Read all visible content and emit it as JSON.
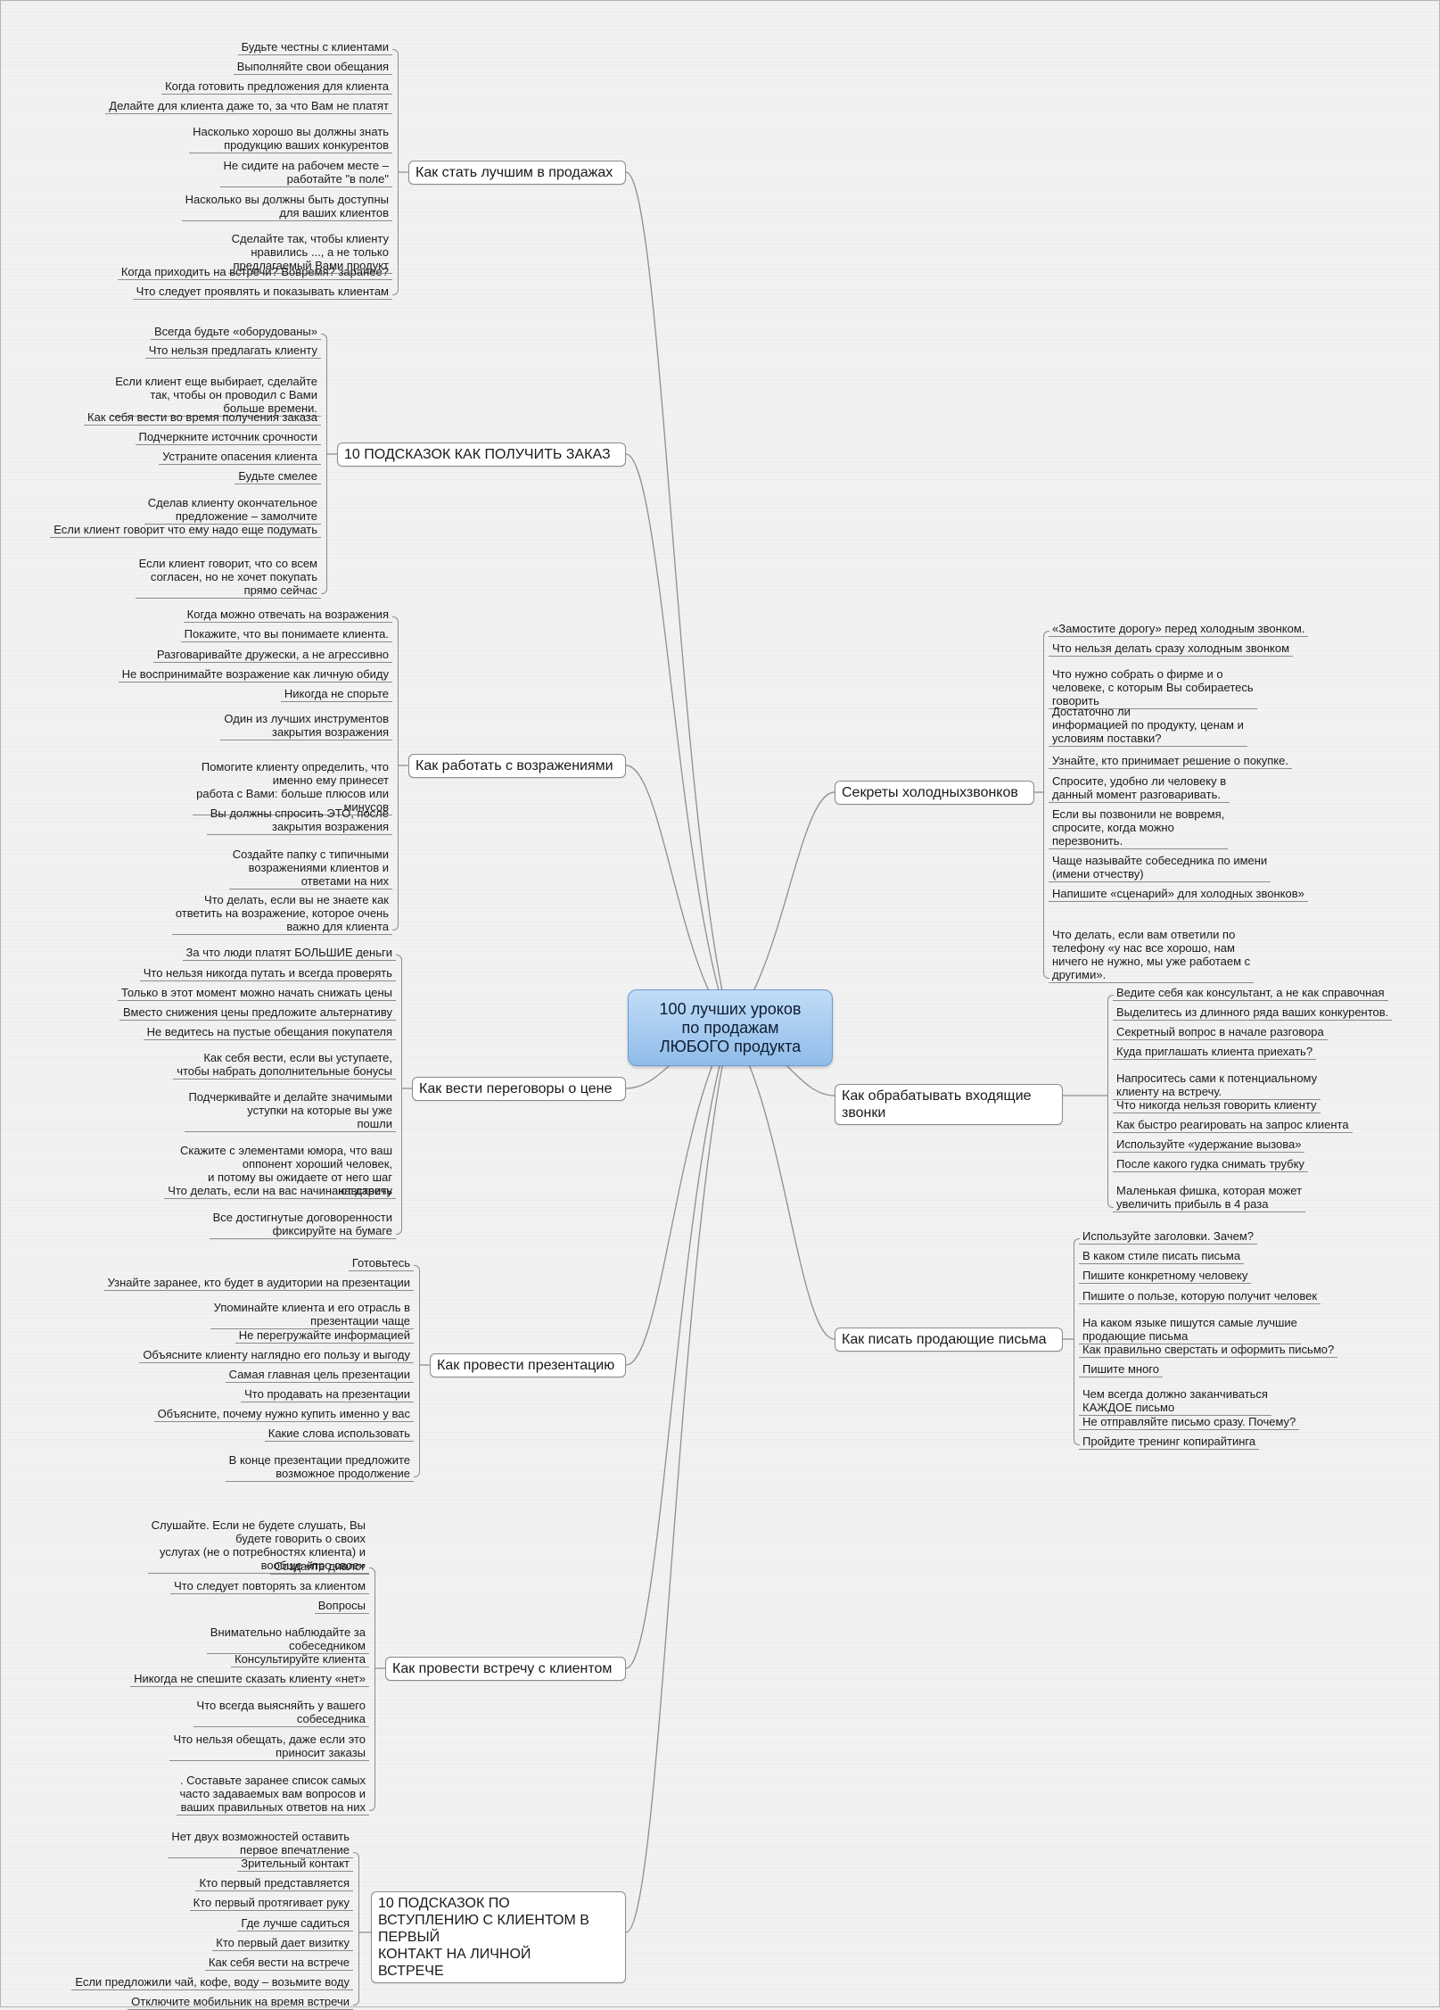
{
  "central_topic": "100 лучших уроков\nпо продажам\nЛЮБОГО продукта",
  "branches": [
    {
      "label": "Как стать лучшим в продажах",
      "items": [
        "Будьте честны с клиентами",
        "Выполняйте свои обещания",
        "Когда готовить предложения для клиента",
        "Делайте для клиента даже то, за что Вам не платят",
        "Насколько хорошо вы должны знать\nпродукцию ваших конкурентов",
        "Не сидите на рабочем месте –\nработайте \"в поле\"",
        "Насколько вы должны быть доступны\nдля ваших клиентов",
        "Сделайте так, чтобы клиенту\nнравились ..., а не только\nпредлагаемый Вами продукт",
        "Когда приходить на встречи? Вовремя? заранее?",
        "Что следует проявлять и показывать клиентам"
      ]
    },
    {
      "label": "10 ПОДСКАЗОК КАК ПОЛУЧИТЬ ЗАКАЗ",
      "items": [
        "Всегда будьте «оборудованы»",
        "Что нельзя предлагать клиенту",
        "Если клиент еще выбирает, сделайте\nтак, чтобы он проводил с Вами\nбольше времени.",
        "Как себя вести во время получения заказа",
        "Подчеркните источник срочности",
        "Устраните опасения клиента",
        "Будьте смелее",
        "Сделав клиенту окончательное\nпредложение – замолчите",
        "Если клиент говорит что ему надо еще подумать",
        "Если клиент говорит, что со всем\nсогласен, но не хочет покупать\nпрямо сейчас"
      ]
    },
    {
      "label": "Как работать с возражениями",
      "items": [
        "Когда можно отвечать на возражения",
        "Покажите, что вы понимаете клиента.",
        "Разговаривайте дружески, а не агрессивно",
        "Не воспринимайте возражение как личную обиду",
        "Никогда не спорьте",
        "Один из лучших инструментов\nзакрытия возражения",
        "Помогите клиенту определить, что\nименно ему принесет\nработа с Вами: больше плюсов или\nминусов",
        "Вы должны спросить ЭТО, после\nзакрытия возражения",
        "Создайте папку с типичными\nвозражениями клиентов и\nответами на них",
        "Что делать, если вы не знаете как\nответить на возражение, которое очень\nважно для клиента"
      ]
    },
    {
      "label": "Как вести переговоры о цене",
      "items": [
        "За что люди платят БОЛЬШИЕ деньги",
        "Что нельзя никогда путать и всегда проверять",
        "Только в этот момент можно начать снижать цены",
        "Вместо снижения цены предложите альтернативу",
        "Не ведитесь на пустые обещания покупателя",
        "Как себя вести, если вы уступаете,\nчтобы набрать дополнительные бонусы",
        "Подчеркивайте и делайте значимыми\nуступки на которые вы уже\nпошли",
        "Скажите с элементами юмора, что ваш\nоппонент хороший человек,\nи потому вы ожидаете от него шаг\nнавстречу",
        "Что делать, если на вас начинают давить",
        "Все достигнутые договоренности\nфиксируйте на бумаге"
      ]
    },
    {
      "label": "Как провести презентацию",
      "items": [
        "Готовьтесь",
        "Узнайте заранее, кто будет в аудитории на презентации",
        "Упоминайте клиента и его отрасль в\nпрезентации чаще",
        "Не перегружайте информацией",
        "Объясните клиенту наглядно его пользу и выгоду",
        "Самая главная цель презентации",
        "Что продавать на презентации",
        "Объясните, почему нужно купить именно у вас",
        "Какие слова использовать",
        "В конце презентации предложите\nвозможное продолжение"
      ]
    },
    {
      "label": "Как провести встречу с клиентом",
      "items": [
        "Слушайте. Если не будете слушать, Вы\nбудете говорить о своих\nуслугах (не о потребностях клиента) и\nвообще «про свое»",
        "Создайте диалог",
        "Что следует повторять за клиентом",
        "Вопросы",
        "Внимательно наблюдайте за\nсобеседником",
        "Консультируйте клиента",
        "Никогда не спешите сказать клиенту «нет»",
        "Что всегда выясняйть у вашего\nсобеседника",
        "Что нельзя обещать, даже если это\nприносит заказы",
        ". Составьте заранее список самых\nчасто задаваемых вам вопросов и\nваших правильных ответов на них"
      ]
    },
    {
      "label": "10 ПОДСКАЗОК ПО\nВСТУПЛЕНИЮ С КЛИЕНТОМ В\nПЕРВЫЙ\nКОНТАКТ НА ЛИЧНОЙ\nВСТРЕЧЕ",
      "items": [
        "Нет двух возможностей оставить\nпервое впечатление",
        "Зрительный контакт",
        "Кто первый представляется",
        "Кто первый протягивает руку",
        "Где лучше садиться",
        "Кто первый дает визитку",
        "Как себя вести на встрече",
        "Если предложили чай, кофе, воду – возьмите воду",
        "Отключите мобильник на время встречи"
      ]
    },
    {
      "label": "Секреты холодныхзвонков",
      "items": [
        "«Замостите дорогу» перед холодным звонком.",
        "Что нельзя делать сразу холодным звонком",
        "Что нужно собрать о фирме и о\nчеловеке, с которым Вы собираетесь\nговорить",
        "Достаточно ли\nинформацией по продукту, ценам и\nусловиям поставки?",
        "Узнайте, кто принимает решение о покупке.",
        "Спросите, удобно ли человеку в\nданный момент разговаривать.",
        "Если вы позвонили не вовремя,\nспросите, когда можно\nперезвонить.",
        "Чаще называйте собеседника по имени\n(имени отчеству)",
        "Напишите «сценарий» для холодных звонков»",
        "Что делать, если вам ответили по\nтелефону «у нас все хорошо, нам\nничего не нужно, мы уже работаем с\nдругими»."
      ]
    },
    {
      "label": "Как обрабатывать входящие звонки",
      "items": [
        "Ведите себя как консультант, а не как справочная",
        "Выделитесь из длинного ряда ваших конкурентов.",
        "Секретный вопрос в начале разговора",
        "Куда приглашать клиента приехать?",
        "Напроситесь сами к потенциальному\nклиенту на встречу.",
        "Что никогда нельзя говорить клиенту",
        "Как быстро реагировать на запрос клиента",
        "Используйте «удержание вызова»",
        "После какого гудка снимать трубку",
        "Маленькая фишка, которая может\nувеличить прибыль в 4 раза"
      ]
    },
    {
      "label": "Как писать продающие письма",
      "items": [
        "Используйте заголовки. Зачем?",
        "В каком стиле писать письма",
        "Пишите конкретному человеку",
        "Пишите о пользе, которую получит человек",
        "На каком языке пишутся самые лучшие\nпродающие письма",
        "Как правильно сверстать и оформить письмо?",
        "Пишите много",
        "Чем всегда должно заканчиваться\nКАЖДОЕ письмо",
        "Не отправляйте письмо сразу. Почему?",
        "Пройдите тренинг копирайтинга"
      ]
    }
  ]
}
